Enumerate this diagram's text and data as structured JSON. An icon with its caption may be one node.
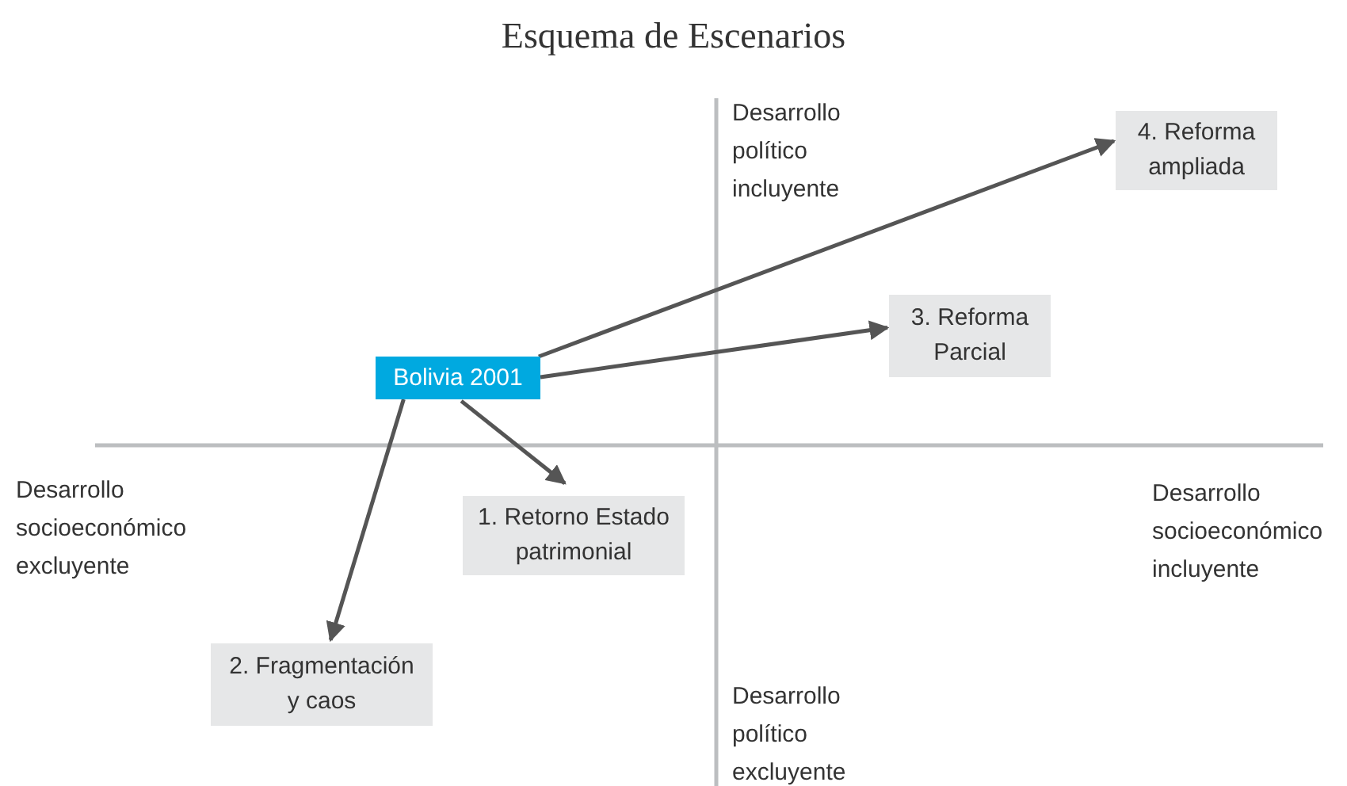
{
  "diagram": {
    "title": "Esquema de Escenarios",
    "nodes": [
      {
        "text": [
          "Bolivia 2001"
        ]
      },
      {
        "text": [
          "4. Reforma ampliada"
        ]
      },
      {
        "text": [
          "3. Reforma Parcial"
        ]
      },
      {
        "text": [
          "1. Retorno Estado patrimonial"
        ]
      },
      {
        "text": [
          "2. Fragmentación y caos"
        ]
      }
    ],
    "edges": [
      {
        "from": 0,
        "to": 1,
        "arrow": "to"
      },
      {
        "from": 0,
        "to": 2,
        "arrow": "to"
      },
      {
        "from": 0,
        "to": 3,
        "arrow": "to"
      },
      {
        "from": 0,
        "to": 4,
        "arrow": "to"
      }
    ],
    "labels": [
      "Desarrollo político incluyente",
      "Desarrollo socioeconómico excluyente",
      "Desarrollo socioeconómico incluyente",
      "Desarrollo político excluyente"
    ]
  }
}
